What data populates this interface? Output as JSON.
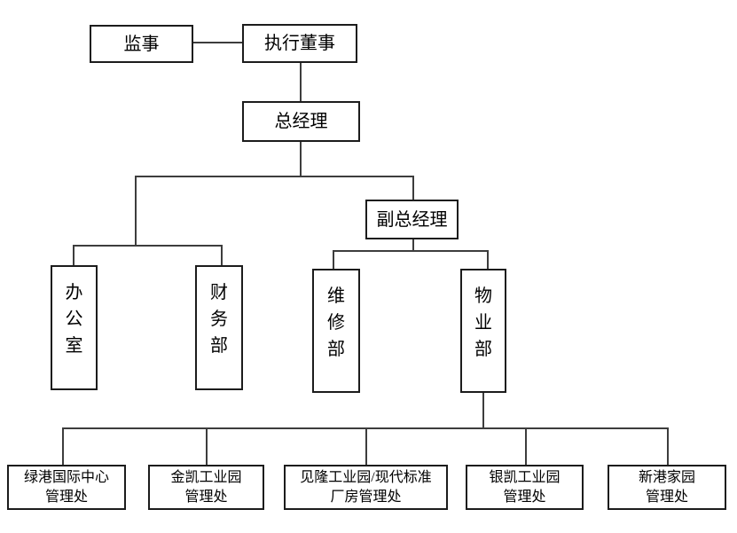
{
  "org_chart": {
    "type": "organization-tree",
    "colors": {
      "background": "#ffffff",
      "box_border": "#1c1c1c",
      "connector": "#3d3d3d",
      "text": "#000000"
    },
    "nodes": {
      "supervisor": {
        "label": "监事"
      },
      "executive_director": {
        "label": "执行董事"
      },
      "general_manager": {
        "label": "总经理"
      },
      "deputy_general_manager": {
        "label": "副总经理"
      },
      "office": {
        "label": "办公室",
        "orientation": "vertical"
      },
      "finance_dept": {
        "label": "财务部",
        "orientation": "vertical"
      },
      "maintenance_dept": {
        "label": "维修部",
        "orientation": "vertical"
      },
      "property_dept": {
        "label": "物业部",
        "orientation": "vertical"
      },
      "lvgang": {
        "label": "绿港国际中心管理处",
        "line1": "绿港国际中心",
        "line2": "管理处"
      },
      "jinkai": {
        "label": "金凯工业园管理处",
        "line1": "金凯工业园",
        "line2": "管理处"
      },
      "jianlong": {
        "label": "见隆工业园/现代标准厂房管理处",
        "line1": "见隆工业园/现代标准",
        "line2": "厂房管理处"
      },
      "yinkai": {
        "label": "银凯工业园管理处",
        "line1": "银凯工业园",
        "line2": "管理处"
      },
      "xingang": {
        "label": "新港家园管理处",
        "line1": "新港家园",
        "line2": "管理处"
      }
    },
    "edges": [
      {
        "from": "supervisor",
        "to": "executive_director",
        "style": "lateral"
      },
      {
        "from": "executive_director",
        "to": "general_manager"
      },
      {
        "from": "general_manager",
        "to": "office"
      },
      {
        "from": "general_manager",
        "to": "finance_dept"
      },
      {
        "from": "general_manager",
        "to": "deputy_general_manager"
      },
      {
        "from": "deputy_general_manager",
        "to": "maintenance_dept"
      },
      {
        "from": "deputy_general_manager",
        "to": "property_dept"
      },
      {
        "from": "property_dept",
        "to": "lvgang"
      },
      {
        "from": "property_dept",
        "to": "jinkai"
      },
      {
        "from": "property_dept",
        "to": "jianlong"
      },
      {
        "from": "property_dept",
        "to": "yinkai"
      },
      {
        "from": "property_dept",
        "to": "xingang"
      }
    ]
  }
}
